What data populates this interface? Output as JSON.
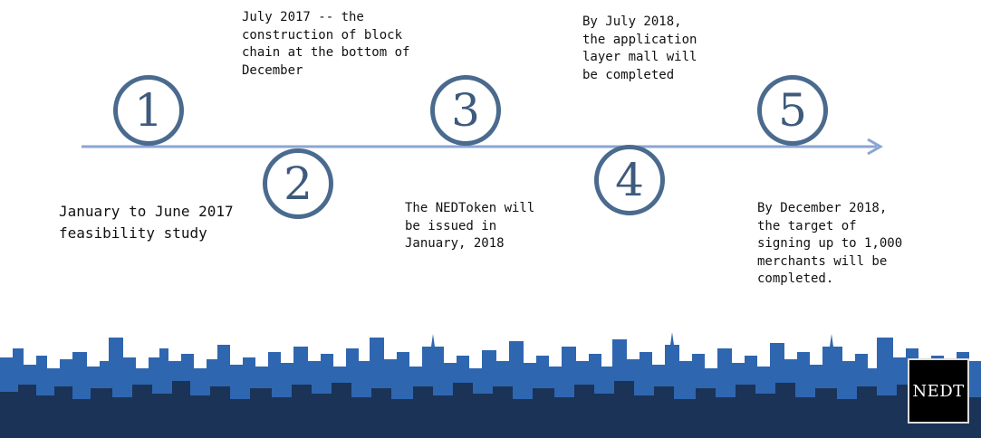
{
  "colors": {
    "timeline": "#8aa5d3",
    "circle_border": "#4a6a8e",
    "circle_number": "#3e5a7c",
    "skyline_front": "#1a3357",
    "skyline_back": "#2f66b0",
    "logo_bg": "#000000"
  },
  "milestones": [
    {
      "number": "1",
      "text": "January to June 2017\nfeasibility study"
    },
    {
      "number": "2",
      "text": "July 2017 -- the\nconstruction of block\nchain at the bottom of\nDecember"
    },
    {
      "number": "3",
      "text": "The NEDToken will\nbe issued in\nJanuary, 2018"
    },
    {
      "number": "4",
      "text": "By July 2018,\nthe application\nlayer mall will\nbe completed"
    },
    {
      "number": "5",
      "text": "By December 2018,\nthe target of\nsigning up to 1,000\nmerchants will be\ncompleted."
    }
  ],
  "logo": {
    "text": "NEDT"
  }
}
